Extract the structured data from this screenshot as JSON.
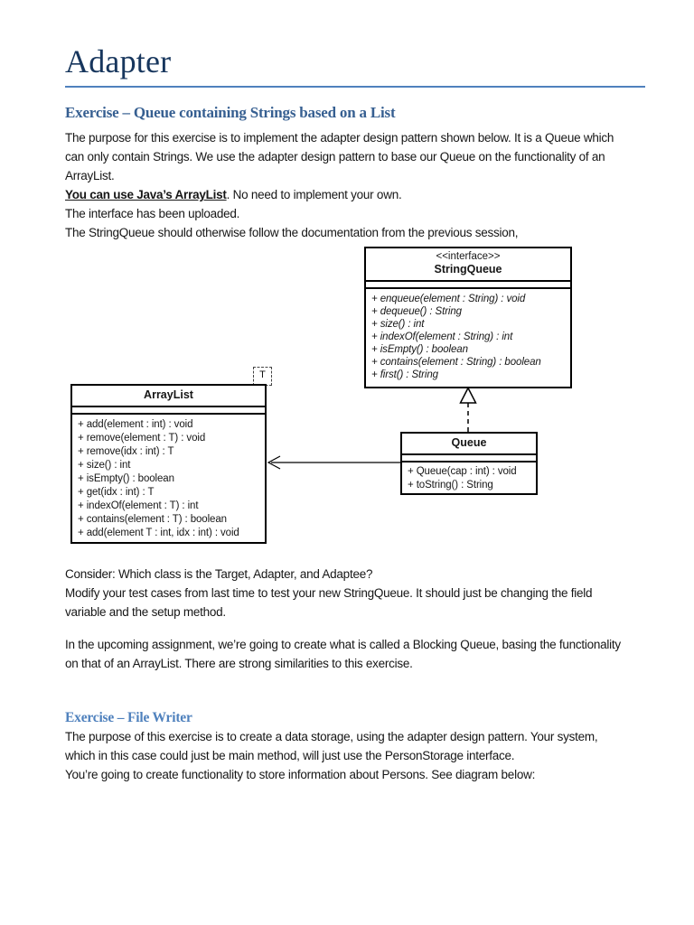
{
  "colors": {
    "title_text": "#17365D",
    "heading1_text": "#365F91",
    "heading2_text": "#4F81BD",
    "rule": "#4F81BD",
    "body_text": "#161616",
    "uml_border": "#000000",
    "uml_fill": "#FFFFFF"
  },
  "doc": {
    "title": "Adapter",
    "section1": {
      "heading": "Exercise – Queue containing Strings based on a List",
      "p1": [
        "The purpose for this exercise is to implement the adapter design pattern shown below. It is a Queue which",
        "can only contain Strings. We use the adapter design pattern to base our Queue on the functionality of an",
        "ArrayList."
      ],
      "p2_emphasis": "You can use Java’s ArrayList",
      "p2_rest": ". No need to implement your own.",
      "p3": "The interface has been uploaded.",
      "p4": "The StringQueue should otherwise follow the documentation from the previous session,",
      "p5": "Consider: Which class is the Target, Adapter, and Adaptee?",
      "p6": [
        "Modify your test cases from last time to test your new StringQueue. It should just be changing the field",
        "variable and the setup method."
      ],
      "p7": [
        "In the upcoming assignment, we’re going to create what is called a Blocking Queue, basing the functionality",
        "on that of an ArrayList. There are strong similarities to this exercise."
      ]
    },
    "section2": {
      "heading": "Exercise – File Writer",
      "p1": [
        "The purpose of this exercise is to create a data storage, using the adapter design pattern. Your system,",
        "which in this case could just be main method, will just use the PersonStorage interface.",
        "You’re going to create functionality to store information about Persons. See diagram below:"
      ]
    }
  },
  "diagram": {
    "stringqueue": {
      "stereotype": "<<interface>>",
      "name": "StringQueue",
      "methods": [
        "+ enqueue(element : String) : void",
        "+ dequeue() : String",
        "+ size() : int",
        "+ indexOf(element : String) : int",
        "+ isEmpty() : boolean",
        "+ contains(element : String) : boolean",
        "+ first() : String"
      ]
    },
    "arraylist": {
      "name": "ArrayList",
      "type_param": "T",
      "methods": [
        "+ add(element : int) : void",
        "+ remove(element : T) : void",
        "+ remove(idx : int) : T",
        "+ size() : int",
        "+ isEmpty() : boolean",
        "+ get(idx : int) : T",
        "+ indexOf(element : T) : int",
        "+ contains(element : T) : boolean",
        "+ add(element T : int, idx : int) : void"
      ]
    },
    "queue": {
      "name": "Queue",
      "methods": [
        "+ Queue(cap : int) : void",
        "+ toString() : String"
      ]
    },
    "relationships": [
      {
        "type": "realization",
        "from": "Queue",
        "to": "StringQueue"
      },
      {
        "type": "association",
        "from": "Queue",
        "to": "ArrayList"
      }
    ]
  }
}
